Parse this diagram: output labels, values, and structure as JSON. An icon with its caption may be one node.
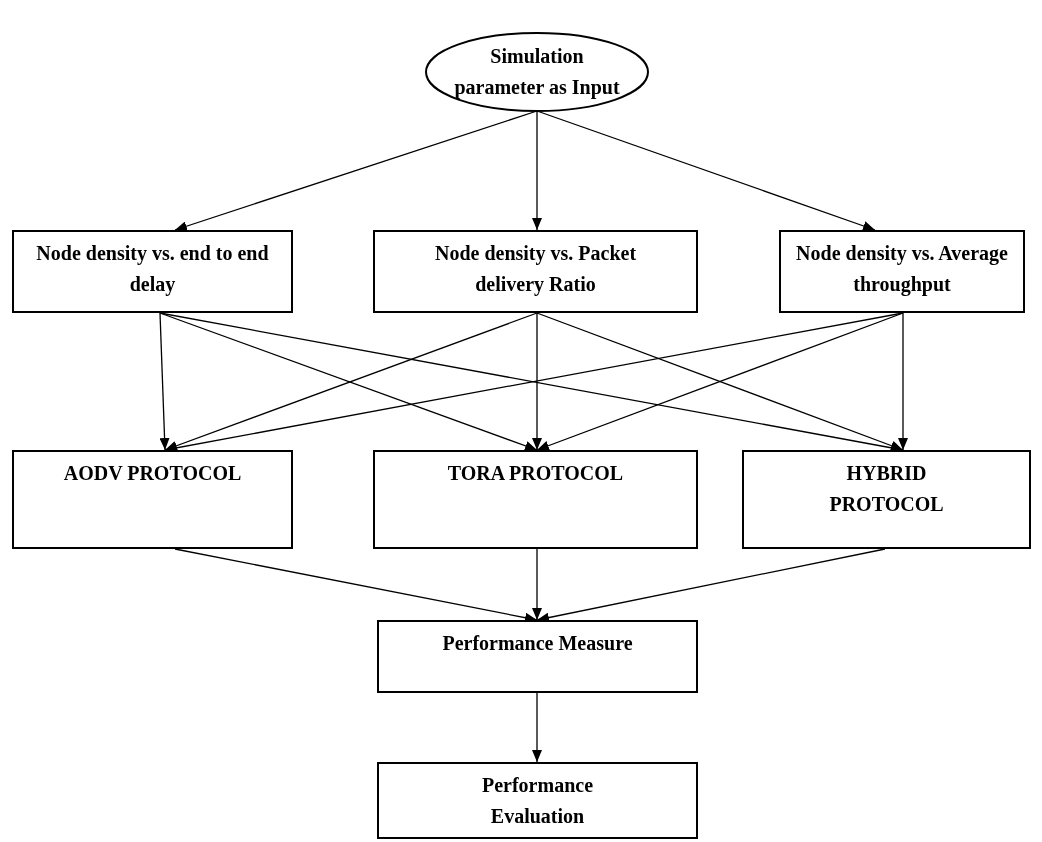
{
  "diagram": {
    "nodes": [
      {
        "text": [
          "Simulation parameter as Input"
        ]
      },
      {
        "text": [
          "Node density vs. end to end delay"
        ]
      },
      {
        "text": [
          "Node density vs. Packet delivery Ratio"
        ]
      },
      {
        "text": [
          "Node density vs. Average throughput"
        ]
      },
      {
        "text": [
          "AODV PROTOCOL"
        ]
      },
      {
        "text": [
          "TORA PROTOCOL"
        ]
      },
      {
        "text": [
          "HYBRID PROTOCOL"
        ]
      },
      {
        "text": [
          "Performance Measure"
        ]
      },
      {
        "text": [
          "Performance Evaluation"
        ]
      }
    ],
    "edges": [
      {
        "from": 0,
        "to": 1,
        "arrow": "to"
      },
      {
        "from": 0,
        "to": 2,
        "arrow": "to"
      },
      {
        "from": 0,
        "to": 3,
        "arrow": "to"
      },
      {
        "from": 1,
        "to": 4,
        "arrow": "to"
      },
      {
        "from": 1,
        "to": 5,
        "arrow": "to"
      },
      {
        "from": 1,
        "to": 6,
        "arrow": "to"
      },
      {
        "from": 2,
        "to": 4,
        "arrow": "to"
      },
      {
        "from": 2,
        "to": 5,
        "arrow": "to"
      },
      {
        "from": 2,
        "to": 6,
        "arrow": "to"
      },
      {
        "from": 3,
        "to": 4,
        "arrow": "to"
      },
      {
        "from": 3,
        "to": 5,
        "arrow": "to"
      },
      {
        "from": 3,
        "to": 6,
        "arrow": "to"
      },
      {
        "from": 4,
        "to": 7,
        "arrow": "to"
      },
      {
        "from": 5,
        "to": 7,
        "arrow": "to"
      },
      {
        "from": 6,
        "to": 7,
        "arrow": "to"
      },
      {
        "from": 7,
        "to": 8,
        "arrow": "to"
      }
    ]
  }
}
